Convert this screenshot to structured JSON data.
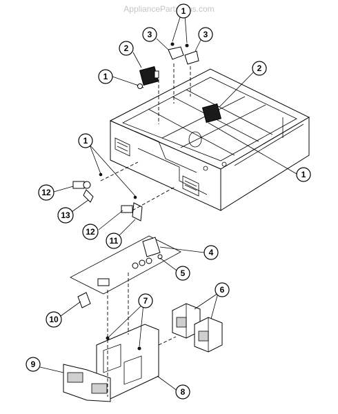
{
  "watermark": "AppliancePartsPros.com",
  "callouts": {
    "c1a": "1",
    "c1b": "1",
    "c1c": "1",
    "c1d": "1",
    "c2a": "2",
    "c2b": "2",
    "c3a": "3",
    "c3b": "3",
    "c4": "4",
    "c5": "5",
    "c6": "6",
    "c7": "7",
    "c8": "8",
    "c9": "9",
    "c10": "10",
    "c11": "11",
    "c12a": "12",
    "c12b": "12",
    "c13": "13"
  }
}
